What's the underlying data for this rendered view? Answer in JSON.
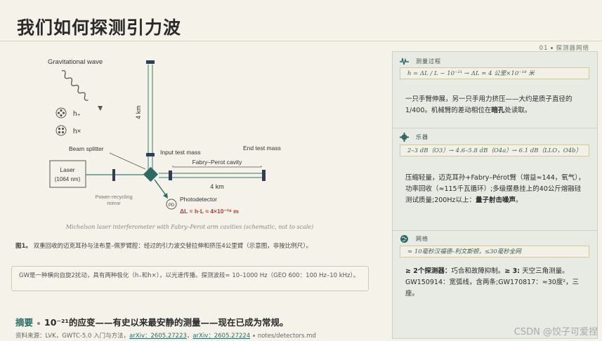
{
  "title": "我们如何探测引力波",
  "section_tag": {
    "num": "01",
    "label": "探测器网络"
  },
  "diagram": {
    "gw_label": "Gravitational wave",
    "h_plus": "h₊",
    "h_cross": "h×",
    "arm_length_vertical": "4 km",
    "arm_length_horizontal": "4 km",
    "beam_splitter": "Beam splitter",
    "input_test_mass": "Input test mass",
    "end_test_mass": "End test mass",
    "fabry_perot": "Fabry–Perot cavity",
    "laser_line1": "Laser",
    "laser_line2": "(1064 nm)",
    "recycling_line1": "Power-recycling",
    "recycling_line2": "mirror",
    "pd_badge": "PD",
    "photodetector": "Photodetector",
    "delta_formula": "ΔL = h·L ≈ 4×10⁻¹⁸ m",
    "caption": "Michelson laser interferometer with Fabry–Perot arm cavities (schematic, not to scale)"
  },
  "figure_caption": {
    "label": "图1。",
    "text": "双重回收的迈克耳孙与法布里–佩罗臂腔：经过的引力波交替拉伸和挤压4公里臂（示意图，非按比例尺）。"
  },
  "note": "GW是一种横向自旋2扰动，具有两种极化（h₊和h×），以光速传播。探测波段≈ 10–1000 Hz（GEO 600：100 Hz–10 kHz）。",
  "summary": {
    "label": "摘要",
    "text": "10⁻²¹的应变——有史以来最安静的测量——现在已成为常规。"
  },
  "sources": {
    "prefix": "资料来源：LVK，GWTC-5.0 入门与方法，",
    "link1": "arXiv：2605.27223",
    "sep": "，",
    "link2": "arXiv：2605.27224",
    "suffix": "notes/detectors.md"
  },
  "panel": {
    "measure": {
      "title": "测量过程",
      "formula": "h = ΔL / L ~ 10⁻²¹ → ΔL ≈ 4 公里×10⁻¹⁸ 米",
      "text_a": "一只手臂伸展，另一只手用力挤压——大约是质子直径的1/400。机械臂的差动相位在",
      "text_bold": "暗孔",
      "text_b": "处读取。"
    },
    "instrument": {
      "title": "乐器",
      "formula": "2–3 dB（O3）→ 4.6–5.8 dB（O4a）→ 6.1 dB（LLO，O4b）",
      "text_a": "压缩轻量，迈克耳孙+Fabry–Pérot臂（增益≈144，氧气），功率回收（≈115千瓦循环）;多级摆悬挂上的40公斤熔融硅测试质量;200Hz以上：",
      "text_bold": "量子射击噪声",
      "text_b": "。"
    },
    "network": {
      "title": "网络",
      "formula": "≈ 10毫秒汉福德–利文斯顿，≤30毫秒全网",
      "text_bold1": "≥ 2个探测器：",
      "text_mid": "巧合和故障抑制。",
      "text_bold2": "≥ 3:",
      "text_b": "天空三角测量。GW150914：宽弧线，含两条;GW170817：≈30度²，三座。"
    }
  },
  "watermark": "CSDN @饺子可爱捏",
  "colors": {
    "accent": "#2d6b62",
    "mirror": "#2f3e55",
    "beam": "#5b8f86",
    "red": "#c0392b"
  }
}
